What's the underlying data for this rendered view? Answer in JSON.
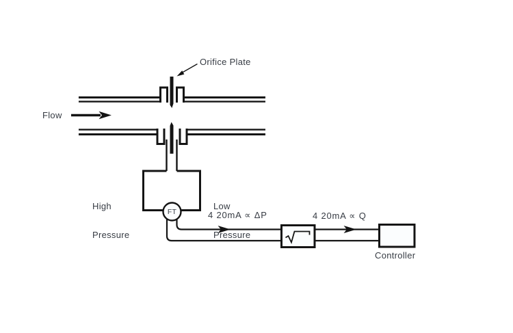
{
  "diagram_type": "orifice-plate-flow-measurement-loop",
  "labels": {
    "orifice_plate": "Orifice Plate",
    "flow": "Flow",
    "high_pressure": [
      "High",
      "Pressure"
    ],
    "low_pressure": [
      "Low",
      "Pressure"
    ],
    "transmitter_tag": "FT",
    "signal_dp": "4 20mA ∝ ΔP",
    "signal_q": "4 20mA ∝ Q",
    "controller": "Controller"
  },
  "icons": {
    "flow_arrow": "right-arrow",
    "orifice_pointer": "down-left-leader-arrow",
    "signal_arrow_dp": "right-arrow",
    "signal_arrow_q": "right-arrow",
    "sqrt_symbol": "square-root-extractor"
  },
  "colors": {
    "background": "#ffffff",
    "line": "#141414",
    "text": "#363b43",
    "box_fill": "#fbfdfe"
  }
}
